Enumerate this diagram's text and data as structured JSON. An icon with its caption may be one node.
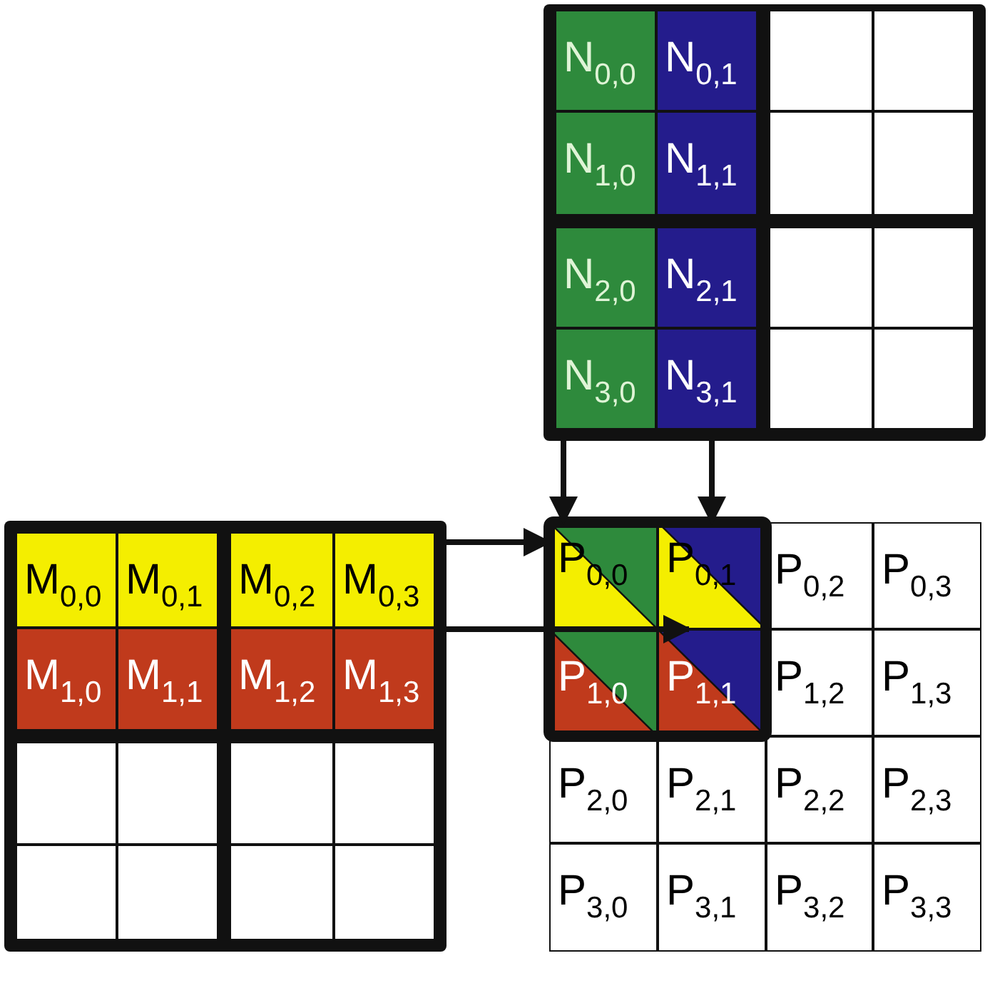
{
  "diagram": {
    "nodes": [
      {
        "text": [
          "N$_{0,0}$"
        ]
      },
      {
        "text": [
          "N$_{0,1}$"
        ]
      },
      {
        "text": [],
        "shape": "box"
      },
      {
        "text": [],
        "shape": "box"
      },
      {
        "text": [
          "N$_{1,0}$"
        ]
      },
      {
        "text": [
          "N$_{1,1}$"
        ]
      },
      {
        "text": [],
        "shape": "box"
      },
      {
        "text": [],
        "shape": "box"
      },
      {
        "text": [
          "N$_{2,0}$"
        ]
      },
      {
        "text": [
          "N$_{2,1}$"
        ]
      },
      {
        "text": [],
        "shape": "box"
      },
      {
        "text": [],
        "shape": "box"
      },
      {
        "text": [
          "N$_{3,0}$"
        ]
      },
      {
        "text": [
          "N$_{3,1}$"
        ]
      },
      {
        "text": [],
        "shape": "box"
      },
      {
        "text": [],
        "shape": "box"
      },
      {
        "text": [
          "M$_{0,0}$"
        ]
      },
      {
        "text": [
          "M$_{0,1}$"
        ]
      },
      {
        "text": [
          "M$_{0,2}$"
        ]
      },
      {
        "text": [
          "M$_{0,3}$"
        ]
      },
      {
        "text": [
          "M$_{1,0}$"
        ]
      },
      {
        "text": [
          "M$_{1,1}$"
        ]
      },
      {
        "text": [
          "M$_{1,2}$"
        ]
      },
      {
        "text": [
          "M$_{1,3}$"
        ]
      },
      {
        "text": [],
        "shape": "box"
      },
      {
        "text": [],
        "shape": "box"
      },
      {
        "text": [],
        "shape": "box"
      },
      {
        "text": [],
        "shape": "box"
      },
      {
        "text": [],
        "shape": "box"
      },
      {
        "text": [],
        "shape": "box"
      },
      {
        "text": [],
        "shape": "box"
      },
      {
        "text": [],
        "shape": "box"
      },
      {
        "text": [
          "P$_{0,0}$"
        ]
      },
      {
        "text": [
          "P$_{0,1}$"
        ]
      },
      {
        "text": [
          "P$_{0,2}$"
        ]
      },
      {
        "text": [
          "P$_{0,3}$"
        ]
      },
      {
        "text": [
          "P$_{1,0}$"
        ]
      },
      {
        "text": [
          "P$_{1,1}$"
        ]
      },
      {
        "text": [
          "P$_{1,2}$"
        ]
      },
      {
        "text": [
          "P$_{1,3}$"
        ]
      },
      {
        "text": [
          "P$_{2,0}$"
        ]
      },
      {
        "text": [
          "P$_{2,1}$"
        ]
      },
      {
        "text": [
          "P$_{2,2}$"
        ]
      },
      {
        "text": [
          "P$_{2,3}$"
        ]
      },
      {
        "text": [
          "P$_{3,0}$"
        ]
      },
      {
        "text": [
          "P$_{3,1}$"
        ]
      },
      {
        "text": [
          "P$_{3,2}$"
        ]
      },
      {
        "text": [
          "P$_{3,3}$"
        ]
      }
    ],
    "edges": [
      {
        "from": 12,
        "to": 32,
        "arrow": "to"
      },
      {
        "from": 13,
        "to": 33,
        "arrow": "to"
      },
      {
        "from": 19,
        "to": 32,
        "arrow": "to"
      },
      {
        "from": 19,
        "to": 33,
        "arrow": "to"
      }
    ]
  }
}
